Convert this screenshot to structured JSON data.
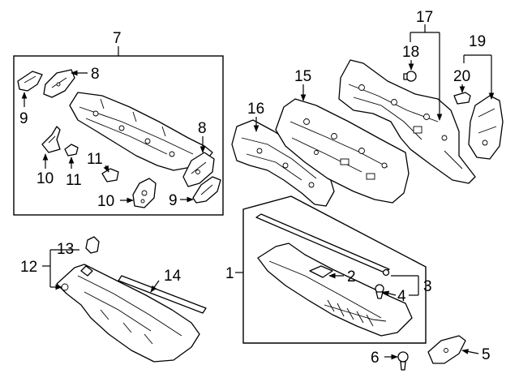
{
  "callouts": {
    "c1": "1",
    "c2": "2",
    "c3": "3",
    "c4": "4",
    "c5": "5",
    "c6": "6",
    "c7": "7",
    "c8a": "8",
    "c8b": "8",
    "c9a": "9",
    "c9b": "9",
    "c10a": "10",
    "c10b": "10",
    "c11a": "11",
    "c11b": "11",
    "c12": "12",
    "c13": "13",
    "c14": "14",
    "c15": "15",
    "c16": "16",
    "c17": "17",
    "c18": "18",
    "c19": "19",
    "c20": "20"
  }
}
